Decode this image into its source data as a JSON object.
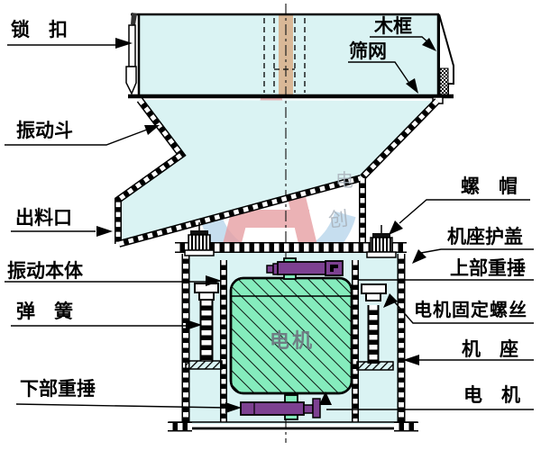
{
  "labels": {
    "suo_kou": "锁　扣",
    "mu_kuang": "木框",
    "shai_wang": "筛网",
    "zhen_dong_dou": "振动斗",
    "chu_liao_kou": "出料口",
    "zhen_dong_ben_ti": "振动本体",
    "tan_huang": "弹　簧",
    "xia_bu_zhong_chui": "下部重捶",
    "luo_mao": "螺　帽",
    "ji_zuo_hu_gai": "机座护盖",
    "shang_bu_zhong_chui": "上部重捶",
    "dian_ji_gu_ding_luo_si": "电机固定螺丝",
    "ji_zuo": "机　座",
    "dian_ji": "电　机"
  },
  "motor": {
    "label": "电机"
  },
  "watermark": {
    "char_top": "电",
    "char_bottom": "创"
  },
  "colors": {
    "panel_fill": "#daf3f3",
    "motor_green": "#85ecbd",
    "hammer_purple": "#7d4191",
    "wood_tan": "#d9b897",
    "watermark_blue": "#b9d6ec",
    "watermark_red": "#e2888d",
    "watermark_gray": "#a9b2bb"
  }
}
